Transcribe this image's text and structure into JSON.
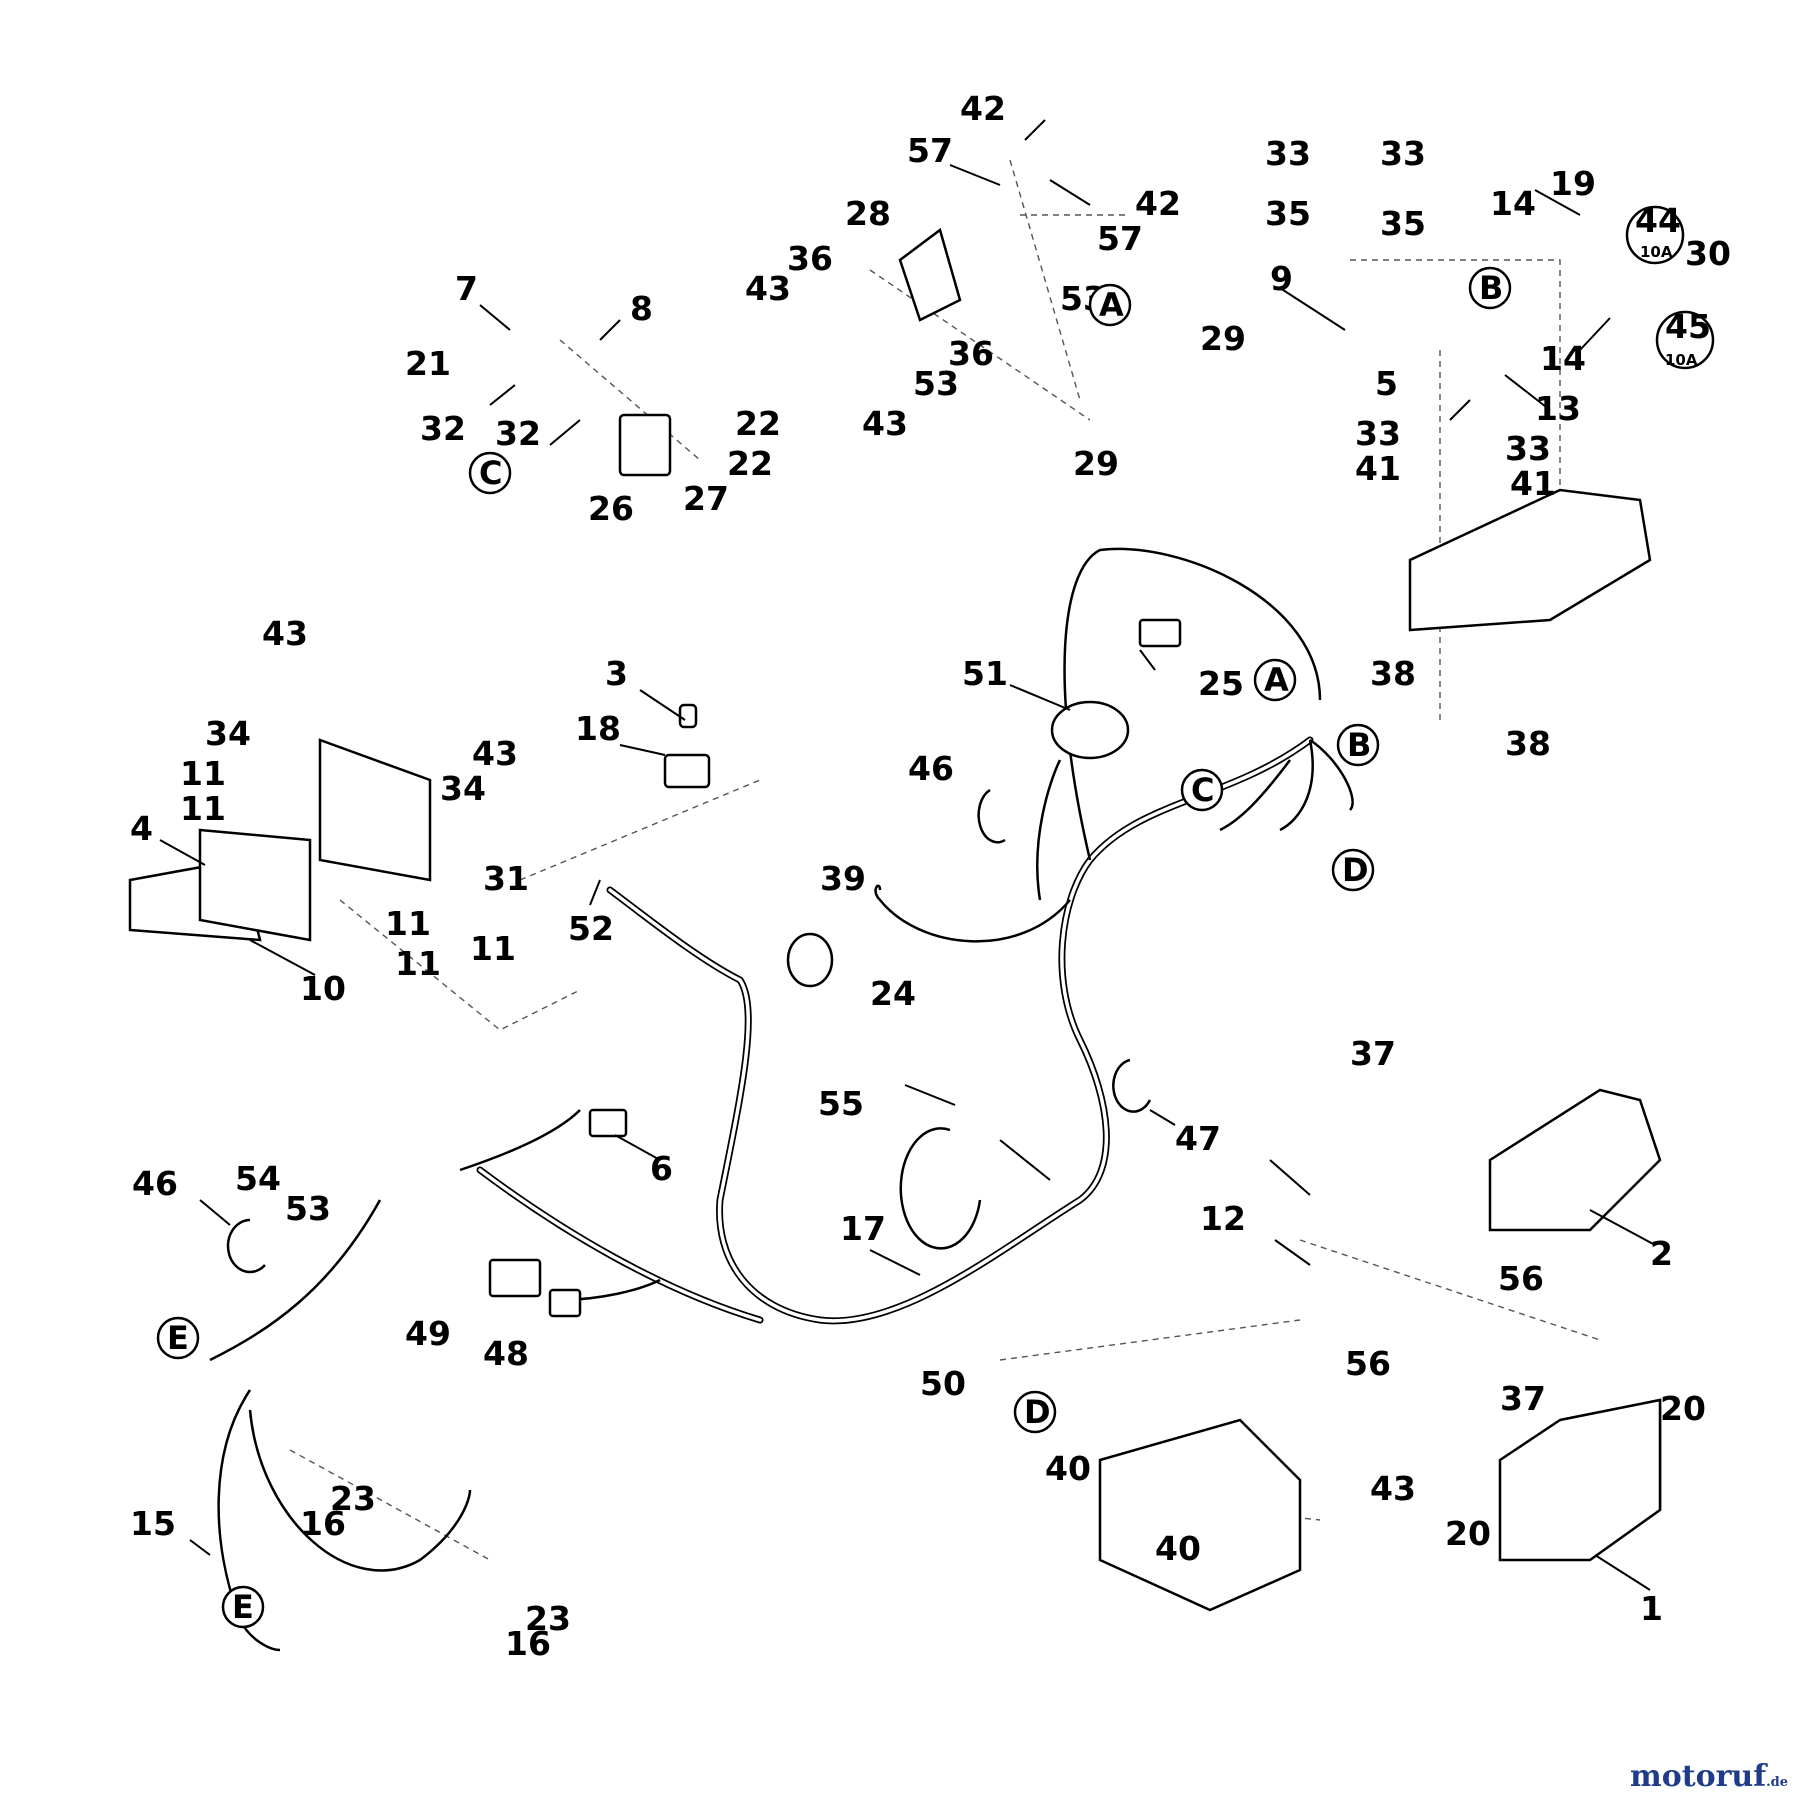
{
  "watermark": {
    "brand": "motoruf",
    "tld": ".de"
  },
  "part_numbers": [
    "1",
    "2",
    "3",
    "4",
    "5",
    "6",
    "7",
    "8",
    "9",
    "10",
    "11",
    "12",
    "13",
    "14",
    "15",
    "16",
    "17",
    "18",
    "19",
    "20",
    "21",
    "22",
    "23",
    "24",
    "25",
    "26",
    "27",
    "28",
    "29",
    "30",
    "31",
    "32",
    "33",
    "34",
    "35",
    "36",
    "37",
    "38",
    "39",
    "40",
    "41",
    "42",
    "43",
    "44",
    "45",
    "46",
    "47",
    "48",
    "49",
    "50",
    "51",
    "52",
    "53",
    "54",
    "55",
    "56",
    "57"
  ],
  "connector_callouts": [
    "A",
    "B",
    "C",
    "D",
    "E"
  ],
  "fuses": {
    "f44": "10A",
    "f45": "10A"
  }
}
